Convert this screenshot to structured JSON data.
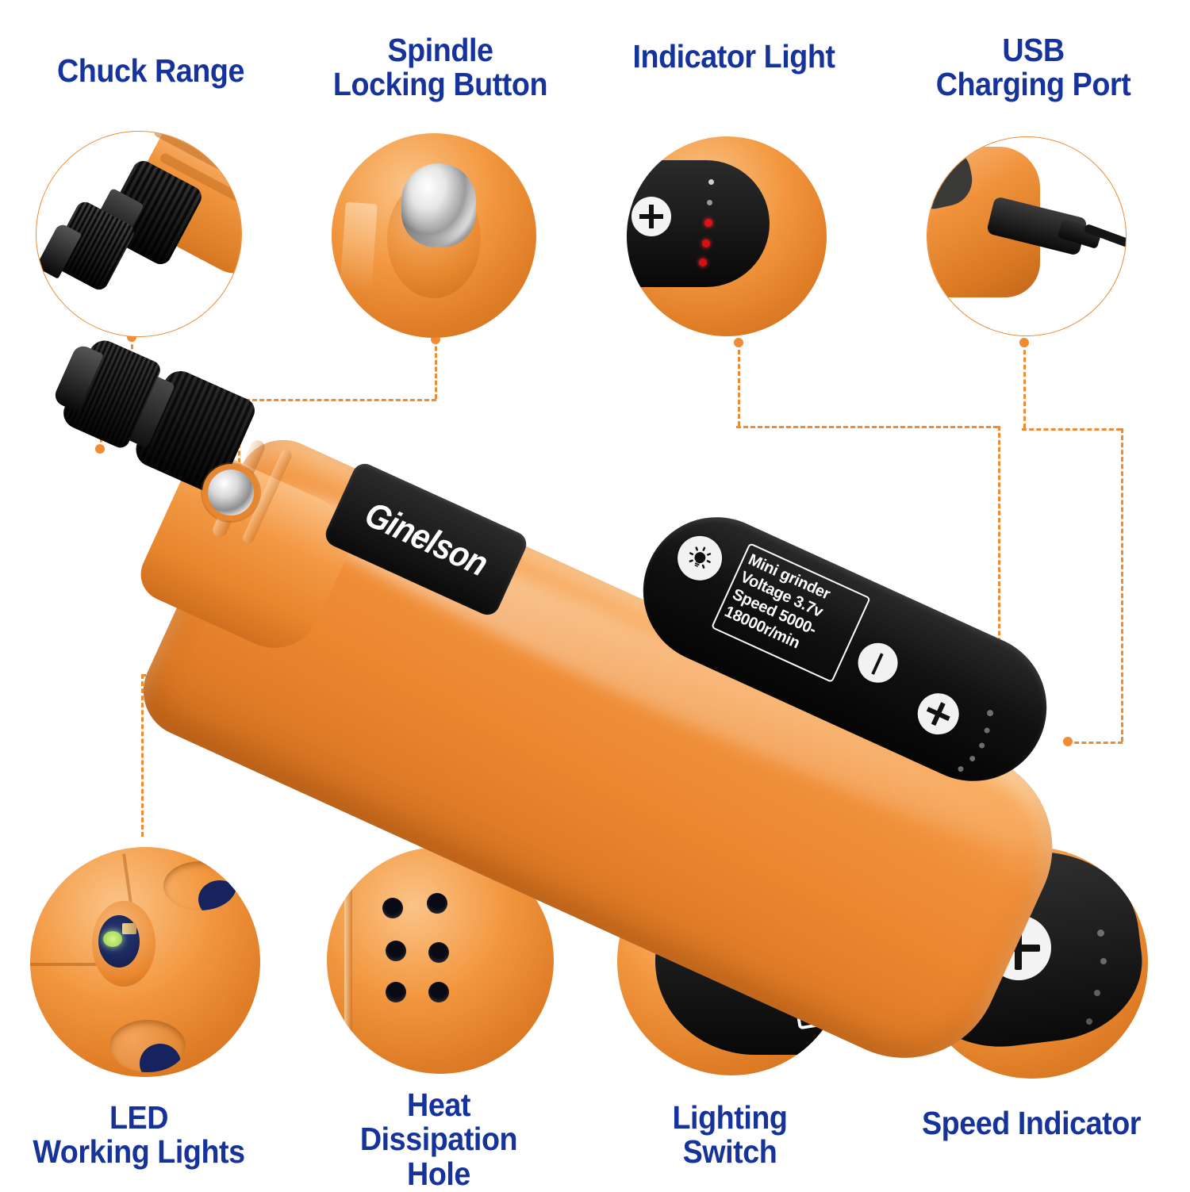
{
  "infographic": {
    "title": "Ginelson Mini Grinder feature callouts",
    "brand": "Ginelson",
    "accent_color": "#F08B33",
    "label_color": "#16339C",
    "body_color": "#EE8B33",
    "panel_color": "#111111"
  },
  "callouts": [
    {
      "id": "chuck-range",
      "label": "Chuck Range",
      "position": "top-left"
    },
    {
      "id": "spindle-lock",
      "label": "Spindle\nLocking Button",
      "position": "top-center-left"
    },
    {
      "id": "indicator-light",
      "label": "Indicator Light",
      "position": "top-center-right"
    },
    {
      "id": "usb-port",
      "label": "USB\nCharging Port",
      "position": "top-right"
    },
    {
      "id": "led-lights",
      "label": "LED\nWorking Lights",
      "position": "bottom-left"
    },
    {
      "id": "heat-hole",
      "label": "Heat\nDissipation\nHole",
      "position": "bottom-center-left"
    },
    {
      "id": "lighting-switch",
      "label": "Lighting\nSwitch",
      "position": "bottom-center-right"
    },
    {
      "id": "speed-indicator",
      "label": "Speed Indicator",
      "position": "bottom-right"
    }
  ],
  "product": {
    "brand_plate_text": "Ginelson",
    "spec_label": {
      "line1": "Mini grinder",
      "line2": "Voltage  3.7v",
      "line3": "Speed  5000-",
      "line4": "18000r/min"
    },
    "controls": {
      "light_button": "light-bulb",
      "power_button": "|",
      "speed_button": "+"
    },
    "led_indicator_count": 5,
    "heat_holes_count": 6
  }
}
